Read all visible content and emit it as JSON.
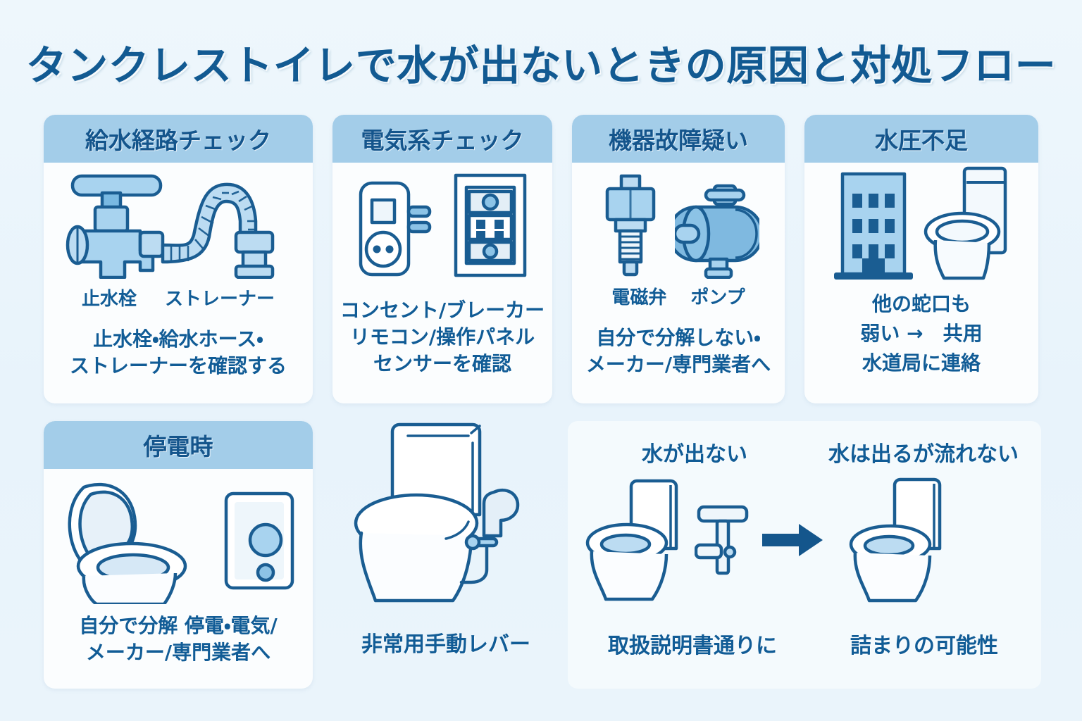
{
  "title": "タンクレストイレで水が出ないときの原因と対処フロー",
  "colors": {
    "page_background": "#eaf4fb",
    "card_background": "#fbfdfe",
    "header_band": "#a3cde9",
    "text_blue": "#115c96",
    "title_blue": "#125a92",
    "icon_stroke": "#1a5d92",
    "icon_fill_light": "#c9e3f5",
    "icon_fill_mid": "#8cc3e6",
    "arrow": "#14568c"
  },
  "cards": [
    {
      "id": "supply",
      "header": "給水経路チェック",
      "icon_names": [
        "shutoff-valve-icon",
        "flexible-hose-icon",
        "strainer-icon"
      ],
      "sub_labels": [
        "止水栓",
        "ストレーナー"
      ],
      "body_lines": [
        "止水栓・給水ホース・",
        "ストレーナーを確認する"
      ]
    },
    {
      "id": "electric",
      "header": "電気系チェック",
      "icon_names": [
        "power-outlet-plug-icon",
        "remote-control-panel-icon"
      ],
      "sub_labels": [],
      "body_lines": [
        "コンセント/ブレーカー",
        "リモコン/操作パネル",
        "センサーを確認"
      ]
    },
    {
      "id": "device",
      "header": "機器故障疑い",
      "icon_names": [
        "solenoid-valve-icon",
        "pump-icon"
      ],
      "sub_labels": [
        "電磁弁",
        "ポンプ"
      ],
      "body_lines": [
        "自分で分解しない・",
        "メーカー/専門業者へ"
      ]
    },
    {
      "id": "pressure",
      "header": "水圧不足",
      "icon_names": [
        "apartment-building-icon",
        "toilet-icon"
      ],
      "sub_labels": [],
      "body_lines": [
        "他の蛇口も",
        "弱い →　共用",
        "水道局に連絡"
      ]
    },
    {
      "id": "outage",
      "header": "停電時",
      "icon_names": [
        "toilet-lid-open-icon",
        "remote-control-icon"
      ],
      "sub_labels": [],
      "body_lines": [
        "自分で分解 停電・電気/",
        "メーカー/専門業者へ"
      ]
    }
  ],
  "lever_panel": {
    "icon_name": "toilet-manual-lever-icon",
    "caption": "非常用手動レバー"
  },
  "flow_panel": {
    "left": {
      "heading": "水が出ない",
      "footer": "取扱説明書通りに",
      "icon_names": [
        "toilet-icon",
        "plunger-tool-icon"
      ]
    },
    "arrow_icon": "arrow-right-icon",
    "right": {
      "heading": "水は出るが流れない",
      "footer": "詰まりの可能性",
      "icon_names": [
        "toilet-icon"
      ]
    }
  }
}
